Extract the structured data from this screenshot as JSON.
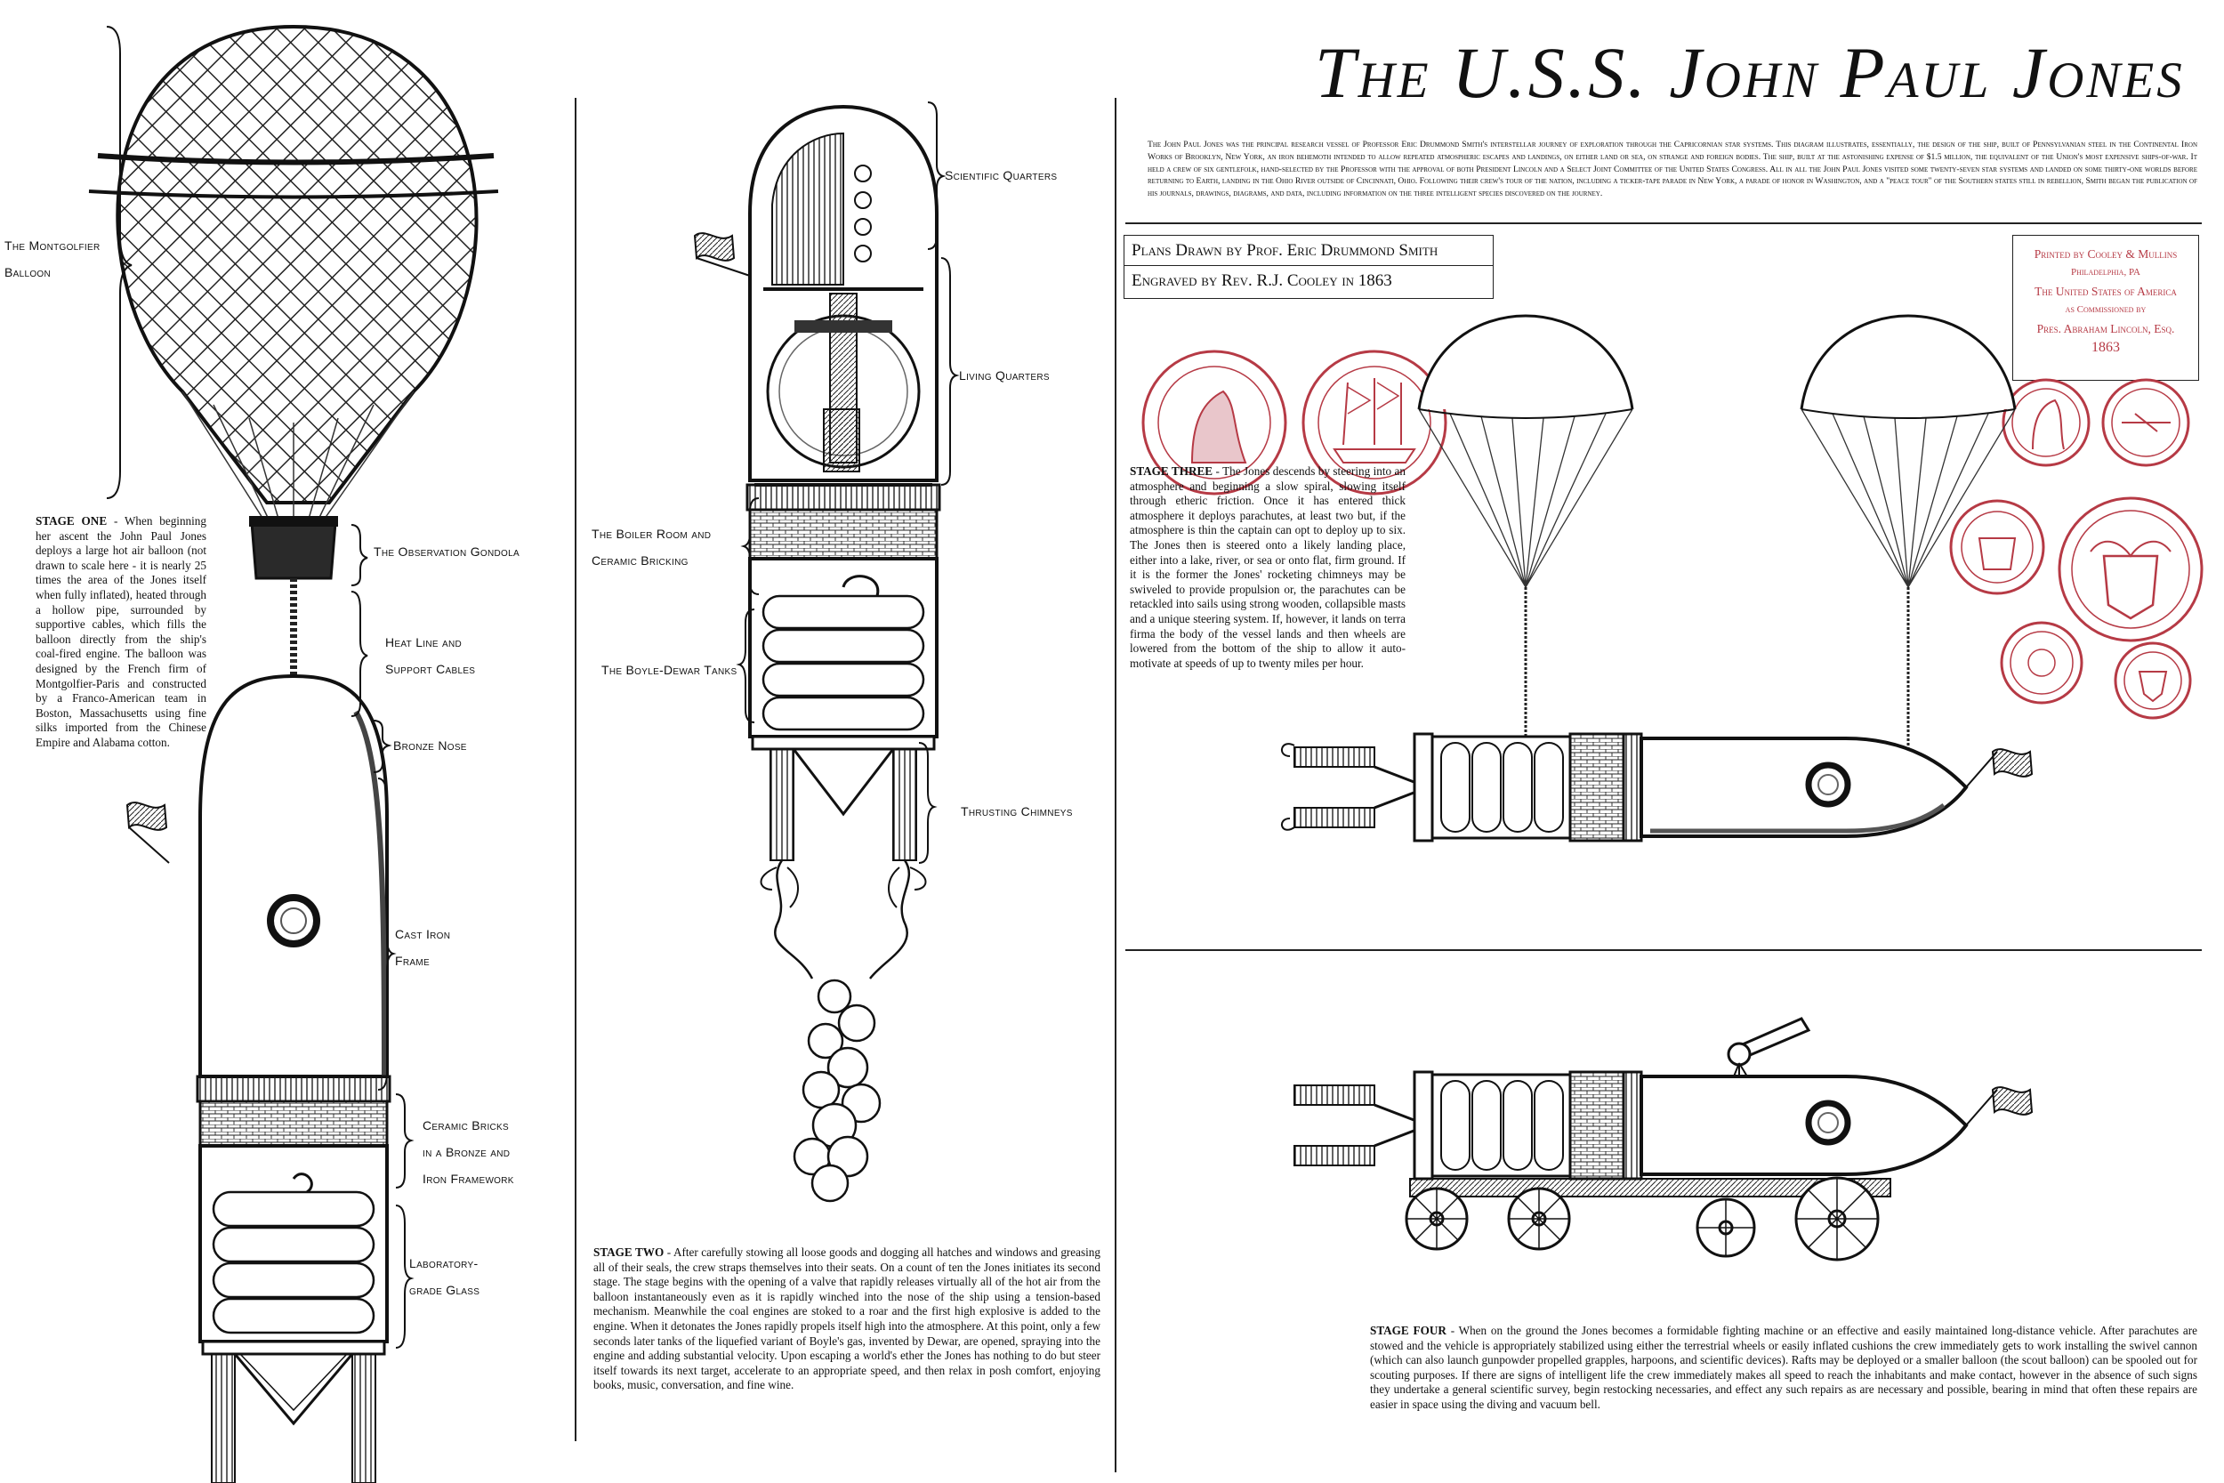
{
  "title": "The U.S.S. John Paul Jones",
  "intro": "The John Paul Jones was the principal research vessel of Professor Eric Drummond Smith's interstellar journey of exploration through the Capricornian star systems. This diagram illustrates, essentially, the design of the ship, built of Pennsylvanian steel in the Continental Iron Works of Brooklyn, New York, an iron behemoth intended to allow repeated atmospheric escapes and landings, on either land or sea, on strange and foreign bodies. The ship, built at the astonishing expense of $1.5 million, the equivalent of the Union's most expensive ships-of-war. It held a crew of six gentlefolk, hand-selected by the Professor with the approval of both President Lincoln and a Select Joint Committee of the United States Congress. All in all the John Paul Jones visited some twenty-seven star systems and landed on some thirty-one worlds before returning to Earth, landing in the Ohio River outside of Cincinnati, Ohio. Following their crew's tour of the nation, including a ticker-tape parade in New York, a parade of honor in Washington, and a \"peace tour\" of the Southern states still in rebellion, Smith began the publication of his journals, drawings, diagrams, and data, including information on the three intelligent species discovered on the journey.",
  "plans": {
    "line1": "Plans Drawn by Prof. Eric Drummond Smith",
    "line2": "Engraved by Rev. R.J. Cooley in 1863"
  },
  "printed": {
    "line1": "Printed by Cooley & Mullins",
    "line2": "Philadelphia, PA",
    "line3": "The United States of America",
    "line4": "as Commissioned by",
    "line5": "Pres. Abraham Lincoln, Esq.",
    "line6": "1863"
  },
  "labels": {
    "balloon1": "The Montgolfier",
    "balloon2": "Balloon",
    "gondola": "The Observation Gondola",
    "heat1": "Heat Line and",
    "heat2": "Support Cables",
    "nose": "Bronze Nose",
    "frame1": "Cast Iron",
    "frame2": "Frame",
    "bricks1": "Ceramic Bricks",
    "bricks2": "in a Bronze and",
    "bricks3": "Iron Framework",
    "glass1": "Laboratory-",
    "glass2": "grade Glass",
    "sci": "Scientific Quarters",
    "living": "Living Quarters",
    "boiler1": "The Boiler Room and",
    "boiler2": "Ceramic Bricking",
    "tanks": "The Boyle-Dewar Tanks",
    "chimneys": "Thrusting Chimneys"
  },
  "stages": {
    "one_head": "STAGE ONE",
    "one_text": " - When beginning her ascent the John Paul Jones deploys a large hot air balloon (not drawn to scale here - it is nearly 25 times the area of the Jones itself when fully inflated), heated through a hollow pipe, surrounded by supportive cables, which fills the balloon directly from the ship's coal-fired engine. The balloon was designed by the French firm of Montgolfier-Paris and constructed by a Franco-American team in Boston, Massachusetts using fine silks imported from the Chinese Empire and Alabama cotton.",
    "two_head": "STAGE TWO",
    "two_text": " - After carefully stowing all loose goods and dogging all hatches and windows and greasing all of their seals, the crew straps themselves into their seats. On a count of ten the Jones initiates its second stage. The stage begins with the opening of a valve that rapidly releases virtually all of the hot air from the balloon instantaneously even as it is rapidly winched into the nose of the ship using a tension-based mechanism. Meanwhile the coal engines are stoked to a roar and the first high explosive is added to the engine. When it detonates the Jones rapidly propels itself high into the atmosphere. At this point, only a few seconds later tanks of the liquefied variant of Boyle's gas, invented by Dewar, are opened, spraying into the engine and adding substantial velocity. Upon escaping a world's ether the Jones has nothing to do but steer itself towards its next target, accelerate to an appropriate speed, and then relax in posh comfort, enjoying books, music, conversation, and fine wine.",
    "three_head": "STAGE THREE",
    "three_text": " - The Jones descends by steering into an atmosphere and beginning a slow spiral, slowing itself through etheric friction. Once it has entered thick atmosphere it deploys parachutes, at least two but, if the atmosphere is thin the captain can opt to deploy up to six. The Jones then is steered onto a likely landing place, either into a lake, river, or sea or onto flat, firm ground. If it is the former the Jones' rocketing chimneys may be swiveled to provide propulsion or, the parachutes can be retackled into sails using strong wooden, collapsible masts and a unique steering system. If, however, it lands on terra firma the body of the vessel lands and then wheels are lowered from the bottom of the ship to allow it auto-motivate at speeds of up to twenty miles per hour.",
    "four_head": "STAGE FOUR",
    "four_text": " - When on the ground the Jones becomes a formidable fighting machine or an effective and easily maintained long-distance vehicle. After parachutes are stowed and the vehicle is appropriately stabilized using either the terrestrial wheels or easily inflated cushions the crew immediately gets to work installing the swivel cannon (which can also launch gunpowder propelled grapples, harpoons, and scientific devices). Rafts may be deployed or a smaller balloon (the scout balloon) can be spooled out for scouting purposes. If there are signs of intelligent life the crew immediately makes all speed to reach the inhabitants and make contact, however in the absence of such signs they undertake a general scientific survey, begin restocking necessaries, and effect any such repairs as are necessary and possible, bearing in mind that often these repairs are easier in space using the diving and vacuum bell."
  },
  "colors": {
    "ink": "#111111",
    "seal": "#b63a45",
    "paper": "#ffffff"
  },
  "icons": [
    "balloon-illustration",
    "ship-illustration",
    "parachute-illustration",
    "flag-icon",
    "medal-icon",
    "cannon-illustration",
    "wheel-icon"
  ]
}
